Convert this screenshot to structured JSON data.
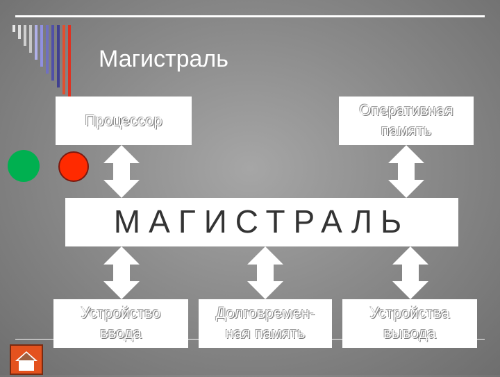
{
  "title": "Магистраль",
  "nodes": {
    "processor": "Процессор",
    "ram": "Оперативная\nпамять",
    "bus": "МАГИСТРАЛЬ",
    "input_device": "Устройство\nввода",
    "storage": "Долговремен-\nная память",
    "output_device": "Устройства\nвывода"
  },
  "icons": {
    "home": "home-icon"
  },
  "colors": {
    "stripes": [
      "#e8e8e8",
      "#e0e0e0",
      "#d0d0d0",
      "#c8c8c8",
      "#b0b0e8",
      "#9090e0",
      "#7070c0",
      "#5050a8",
      "#404090",
      "#e05030",
      "#e03020"
    ],
    "green_dot": "#00b050",
    "red_dot": "#ff2a00",
    "accent": "#e4521e"
  }
}
